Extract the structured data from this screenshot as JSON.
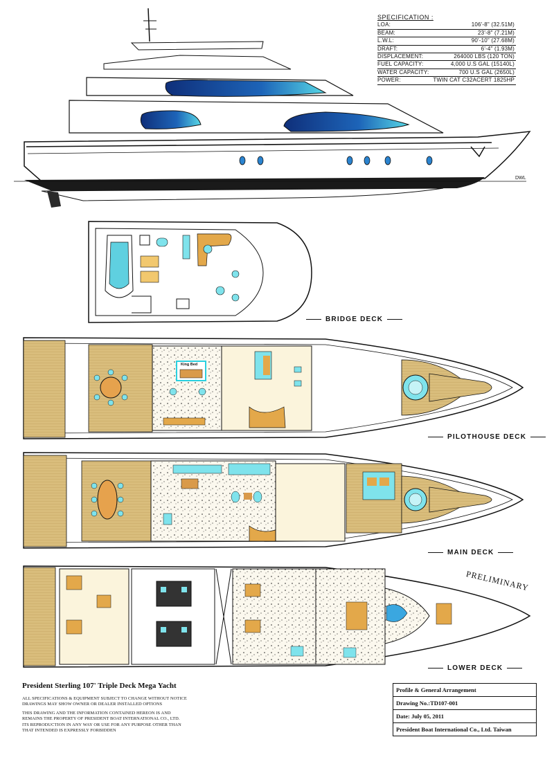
{
  "specification": {
    "heading": "SPECIFICATION :",
    "rows": [
      {
        "label": "LOA:",
        "value": "106'-8\" (32.51M)"
      },
      {
        "label": "BEAM:",
        "value": "23'-8\" (7.21M)"
      },
      {
        "label": "L.W.L:",
        "value": "90'-10\" (27.68M)"
      },
      {
        "label": "DRAFT:",
        "value": "6'-4\" (1.93M)"
      },
      {
        "label": "DISPLACEMENT:",
        "value": "264000 LBS (120 TON)"
      },
      {
        "label": "FUEL CAPACITY:",
        "value": "4,000 U.S GAL (15140L)"
      },
      {
        "label": "WATER CAPACITY:",
        "value": "700 U.S GAL (2650L)"
      },
      {
        "label": "POWER:",
        "value": "TWIN CAT C32ACERT 1825HP"
      }
    ]
  },
  "profile": {
    "waterline_label": "DWL"
  },
  "decks": {
    "bridge": "BRIDGE DECK",
    "pilothouse": "PILOTHOUSE DECK",
    "main": "MAIN DECK",
    "lower": "LOWER DECK"
  },
  "pilothouse_room_label": "King Bed",
  "watermark": "PRELIMINARY",
  "title": "President Sterling 107' Triple Deck Mega Yacht",
  "notice_lines": [
    "ALL SPECIFICATIONS & EQUIPMENT SUBJECT TO CHANGE WITHOUT NOTICE",
    "DRAWINGS MAY SHOW OWNER OR DEALER INSTALLED OPTIONS",
    "THIS DRAWING AND THE INFORMATION CONTAINED HEREON IS AND",
    "REMAINS THE PROPERTY OF PRESIDENT BOAT INTERNATIONAL CO., LTD.",
    "ITS REPRODUCTION IN ANY WAY OR USE FOR ANY PURPOSE OTHER THAN",
    "THAT INTENDED IS EXPRESSLY FORBIDDEN"
  ],
  "title_block": {
    "sheet_title": "Profile & General Arrangement",
    "drawing_no": "Drawing No.:TD107-001",
    "date": "Date: July 05, 2011",
    "company": "President Boat International Co., Ltd. Taiwan"
  },
  "colors": {
    "teak": "#d9bd7c",
    "glass": "#1d4f9c",
    "glass_light": "#3fc3d8",
    "hull_line": "#111111",
    "interior_floor": "#fbf4dc",
    "accent_cyan": "#7fe3ec"
  }
}
